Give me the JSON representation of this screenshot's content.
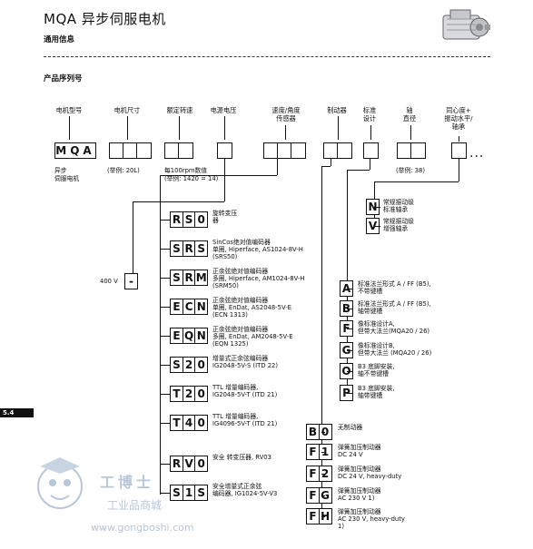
{
  "header": {
    "title": "MQA 异步伺服电机",
    "subtitle": "通用信息",
    "section": "产品序列号",
    "page_tab": "5.4"
  },
  "columns": {
    "motor_type": {
      "label": "电机型号",
      "code": "MQA",
      "desc1": "异步",
      "desc2": "伺服电机"
    },
    "motor_size": {
      "label": "电机尺寸",
      "example": "(举例: 20L)"
    },
    "rated_speed": {
      "label": "额定转速",
      "note1": "每100rpm数值",
      "note2": "(举例: 1420 = 14)"
    },
    "voltage": {
      "label": "电源电压"
    },
    "feedback": {
      "label1": "速度/角度",
      "label2": "传感器"
    },
    "brake": {
      "label": "制动器"
    },
    "standard": {
      "label1": "标准",
      "label2": "设计"
    },
    "shaft": {
      "label1": "轴",
      "label2": "直径",
      "example": "(举例: 38)"
    },
    "balance": {
      "label1": "同心度+",
      "label2": "振动水平/",
      "label3": "轴承"
    },
    "more": "..."
  },
  "voltage_option": {
    "value": "400 V",
    "code": "-"
  },
  "feedback_options": [
    {
      "code": [
        "R",
        "S",
        "0"
      ],
      "lines": [
        "旋转变压",
        "器"
      ]
    },
    {
      "code": [
        "S",
        "R",
        "S"
      ],
      "lines": [
        "SinCos绝对值编码器",
        "单圈, Hiperface, AS1024-8V-H",
        "(SRS50)"
      ]
    },
    {
      "code": [
        "S",
        "R",
        "M"
      ],
      "lines": [
        "正余弦绝对值编码器",
        "多圈, Hiperface, AM1024-8V-H",
        "(SRM50)"
      ]
    },
    {
      "code": [
        "E",
        "C",
        "N"
      ],
      "lines": [
        "正余弦绝对值编码器",
        "单圈, EnDat, AS2048-5V-E",
        "(ECN 1313)"
      ]
    },
    {
      "code": [
        "E",
        "Q",
        "N"
      ],
      "lines": [
        "正余弦绝对值编码器",
        "多圈, EnDat, AM2048-5V-E",
        "(EQN 1325)"
      ]
    },
    {
      "code": [
        "S",
        "2",
        "0"
      ],
      "lines": [
        "增量式正余弦编码器",
        "IG2048-5V-S (ITD 22)"
      ]
    },
    {
      "code": [
        "T",
        "2",
        "0"
      ],
      "lines": [
        "TTL 增量编码器,",
        "IG2048-5V-T (ITD 21)"
      ]
    },
    {
      "code": [
        "T",
        "4",
        "0"
      ],
      "lines": [
        "TTL 增量编码器,",
        "IG4096-5V-T (ITD 21)"
      ]
    },
    {
      "code": [
        "R",
        "V",
        "0"
      ],
      "lines": [
        "安全 转变压器, RV03"
      ]
    },
    {
      "code": [
        "S",
        "1",
        "S"
      ],
      "lines": [
        "安全增量式正余弦",
        "编码器, IG1024-5V-V3"
      ]
    }
  ],
  "balance_options": [
    {
      "code": "N",
      "lines": [
        "常规振动级",
        "标准轴承"
      ]
    },
    {
      "code": "V",
      "lines": [
        "常规振动级",
        "增强轴承"
      ]
    }
  ],
  "standard_options": [
    {
      "code": "A",
      "lines": [
        "标准法兰形式 A / FF (B5),",
        "不带键槽"
      ]
    },
    {
      "code": "B",
      "lines": [
        "标准法兰形式 A / FF (B5),",
        "轴带键槽"
      ]
    },
    {
      "code": "F",
      "lines": [
        "像标准设计A,",
        "但带大法兰(MQA20 / 26)"
      ]
    },
    {
      "code": "G",
      "lines": [
        "像标准设计B,",
        "但带大法兰 (MQA20 / 26)"
      ]
    },
    {
      "code": "O",
      "lines": [
        "B3 底脚安装,",
        "轴不带键槽"
      ]
    },
    {
      "code": "P",
      "lines": [
        "B3 底脚安装,",
        "轴带键槽"
      ]
    }
  ],
  "brake_options": [
    {
      "code": [
        "B",
        "0"
      ],
      "lines": [
        "无制动器"
      ]
    },
    {
      "code": [
        "F",
        "1"
      ],
      "lines": [
        "弹簧加压制动器",
        "DC 24 V"
      ]
    },
    {
      "code": [
        "F",
        "2"
      ],
      "lines": [
        "弹簧加压制动器",
        "DC 24 V, heavy-duty"
      ]
    },
    {
      "code": [
        "F",
        "G"
      ],
      "lines": [
        "弹簧加压制动器",
        "AC 230 V 1)"
      ]
    },
    {
      "code": [
        "F",
        "H"
      ],
      "lines": [
        "弹簧加压制动器",
        "AC 230 V, heavy-duty",
        "1)"
      ]
    }
  ],
  "watermark": {
    "line1": "工博士",
    "line2": "工业品商城",
    "line3": "www.gongboshi.com"
  },
  "colors": {
    "watermark": "#b8c6d8",
    "tab_bg": "#111111"
  }
}
